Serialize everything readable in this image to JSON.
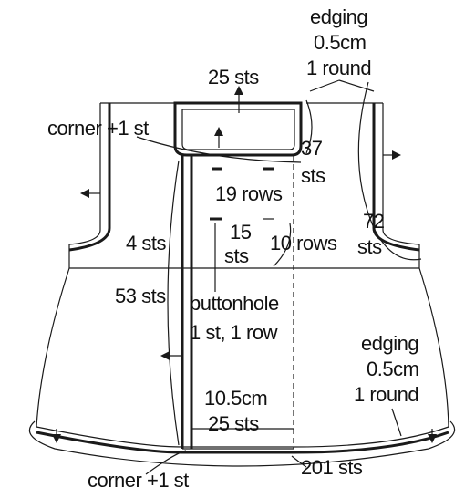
{
  "labels": {
    "edging_top_1": "edging",
    "edging_top_2": "0.5cm",
    "edging_top_3": "1 round",
    "neck_sts": "25 sts",
    "corner_top": "corner +1 st",
    "front_sts_1": "37",
    "front_sts_2": "sts",
    "rows_19": "19 rows",
    "armhole_sts_1": "72",
    "armhole_sts_2": "sts",
    "four_sts": "4 sts",
    "fifteen_sts_1": "15",
    "fifteen_sts_2": "sts",
    "rows_10": "10 rows",
    "sts_53": "53 sts",
    "buttonhole_1": "buttonhole",
    "buttonhole_2": "1 st, 1 row",
    "edging_bottom_1": "edging",
    "edging_bottom_2": "0.5cm",
    "edging_bottom_3": "1 round",
    "width_cm": "10.5cm",
    "width_sts": "25 sts",
    "hem_sts": "201 sts",
    "corner_bottom": "corner +1 st"
  }
}
